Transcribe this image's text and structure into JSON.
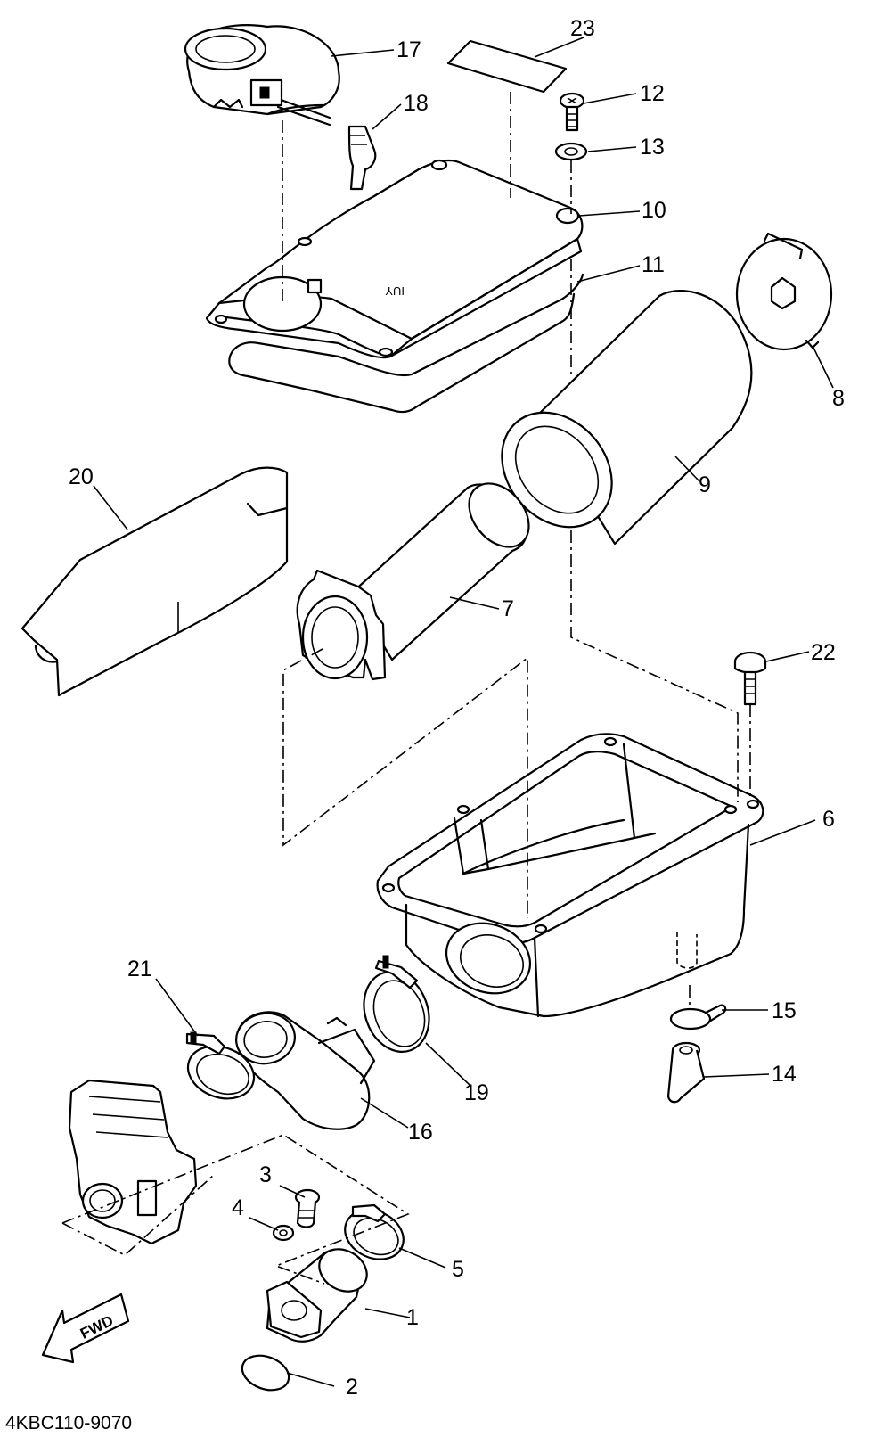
{
  "diagram": {
    "catalog_code": "4KBC110-9070",
    "fwd_arrow_label": "FWD",
    "lid_stamp": "IUY",
    "callouts": [
      {
        "id": "callout-1",
        "label": "1"
      },
      {
        "id": "callout-2",
        "label": "2"
      },
      {
        "id": "callout-3",
        "label": "3"
      },
      {
        "id": "callout-4",
        "label": "4"
      },
      {
        "id": "callout-5",
        "label": "5"
      },
      {
        "id": "callout-6",
        "label": "6"
      },
      {
        "id": "callout-7",
        "label": "7"
      },
      {
        "id": "callout-8",
        "label": "8"
      },
      {
        "id": "callout-9",
        "label": "9"
      },
      {
        "id": "callout-10",
        "label": "10"
      },
      {
        "id": "callout-11",
        "label": "11"
      },
      {
        "id": "callout-12",
        "label": "12"
      },
      {
        "id": "callout-13",
        "label": "13"
      },
      {
        "id": "callout-14",
        "label": "14"
      },
      {
        "id": "callout-15",
        "label": "15"
      },
      {
        "id": "callout-16",
        "label": "16"
      },
      {
        "id": "callout-17",
        "label": "17"
      },
      {
        "id": "callout-18",
        "label": "18"
      },
      {
        "id": "callout-19",
        "label": "19"
      },
      {
        "id": "callout-20",
        "label": "20"
      },
      {
        "id": "callout-21",
        "label": "21"
      },
      {
        "id": "callout-22",
        "label": "22"
      },
      {
        "id": "callout-23",
        "label": "23"
      }
    ]
  }
}
